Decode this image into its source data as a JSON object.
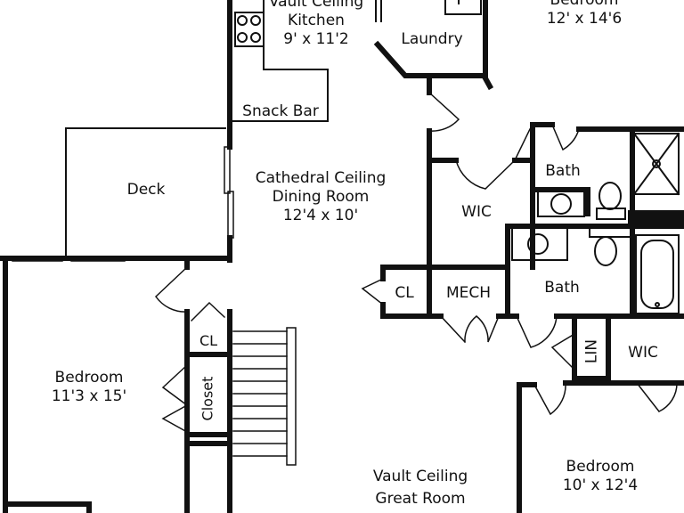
{
  "rooms": {
    "kitchen": {
      "ceiling": "Vault Ceiling",
      "name": "Kitchen",
      "size": "9' x 11'2"
    },
    "laundry": {
      "name": "Laundry"
    },
    "bedroom_top": {
      "name": "Bedroom",
      "size": "12' x 14'6"
    },
    "snack_bar": {
      "name": "Snack Bar"
    },
    "deck": {
      "name": "Deck"
    },
    "dining": {
      "ceiling": "Cathedral Ceiling",
      "name": "Dining Room",
      "size": "12'4 x 10'"
    },
    "wic_center": {
      "name": "WIC"
    },
    "bath_top": {
      "name": "Bath"
    },
    "cl_mid": {
      "name": "CL"
    },
    "mech": {
      "name": "MECH"
    },
    "bath_mid": {
      "name": "Bath"
    },
    "lin": {
      "name": "LIN"
    },
    "wic_right": {
      "name": "WIC"
    },
    "bedroom_left": {
      "name": "Bedroom",
      "size": "11'3 x 15'"
    },
    "cl_left": {
      "name": "CL"
    },
    "closet": {
      "name": "Closet"
    },
    "great_room": {
      "ceiling": "Vault Ceiling",
      "name": "Great Room"
    },
    "bedroom_bottom": {
      "name": "Bedroom",
      "size": "10' x 12'4"
    }
  }
}
